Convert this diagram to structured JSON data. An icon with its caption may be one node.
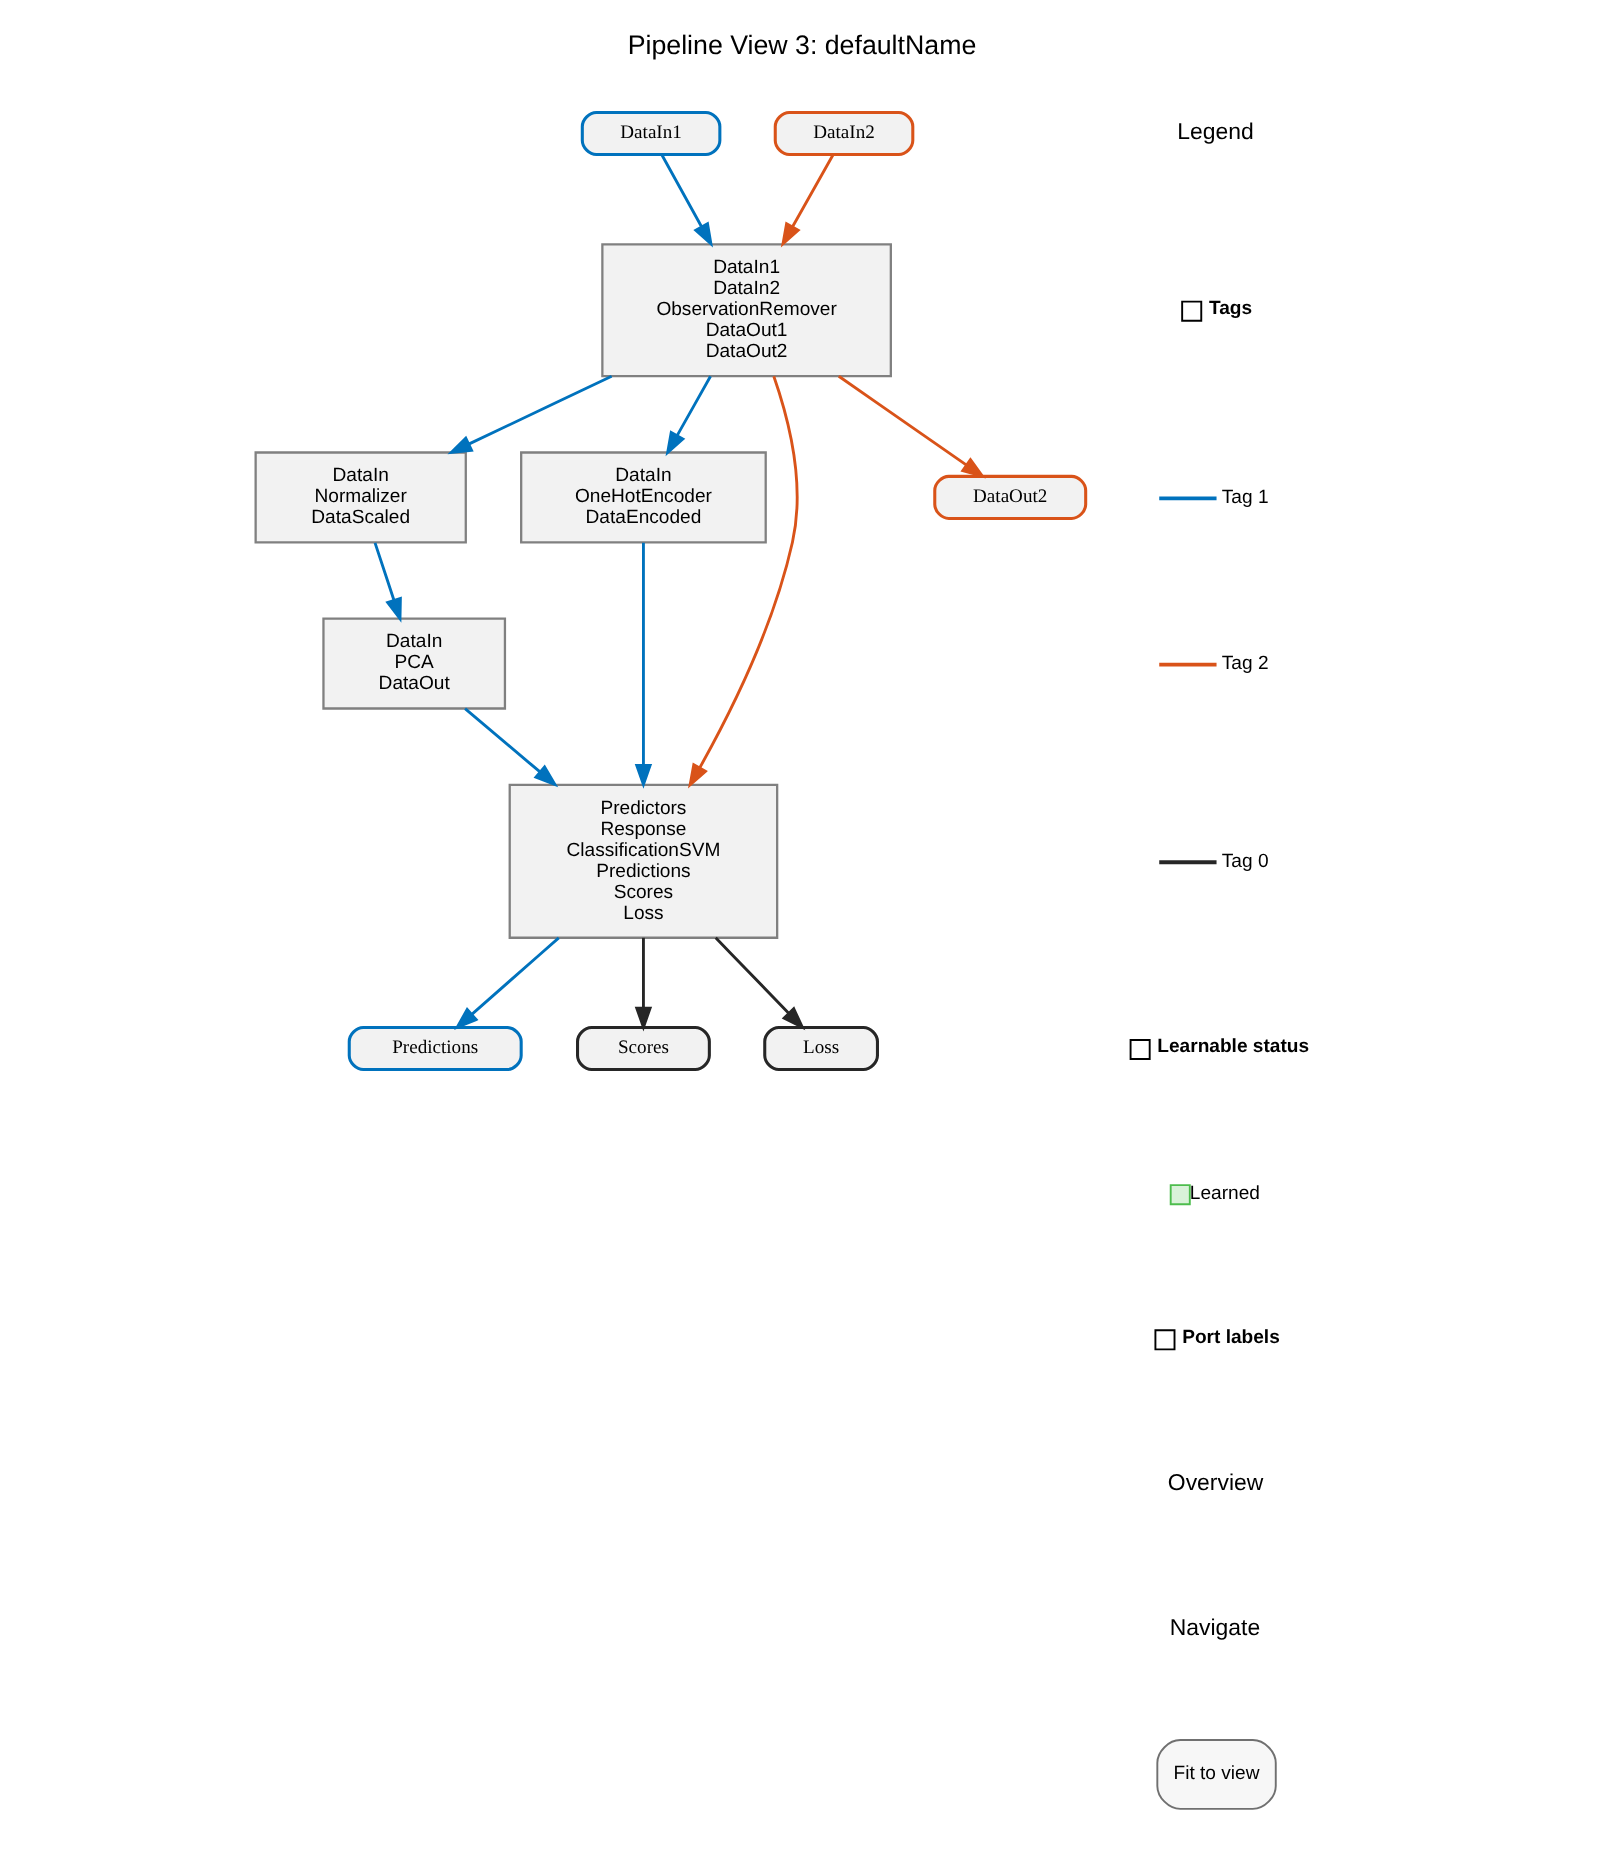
{
  "diagram": {
    "title": "Pipeline View 3: defaultName",
    "nodes": [
      {
        "text": [
          "DataIn1"
        ]
      },
      {
        "text": [
          "DataIn2"
        ]
      },
      {
        "text": [
          "DataIn1",
          "DataIn2",
          "ObservationRemover",
          "DataOut1",
          "DataOut2"
        ]
      },
      {
        "text": [
          "DataIn",
          "Normalizer",
          "DataScaled"
        ]
      },
      {
        "text": [
          "DataIn",
          "OneHotEncoder",
          "DataEncoded"
        ]
      },
      {
        "text": [
          "DataIn",
          "PCA",
          "DataOut"
        ]
      },
      {
        "text": [
          "Predictors",
          "Response",
          "ClassificationSVM",
          "Predictions",
          "Scores",
          "Loss"
        ]
      },
      {
        "text": [
          "Predictions"
        ]
      },
      {
        "text": [
          "Scores"
        ]
      },
      {
        "text": [
          "Loss"
        ]
      },
      {
        "text": [
          "DataOut2"
        ]
      }
    ],
    "edges": [
      {
        "from": 0,
        "to": 2,
        "arrow": "to"
      },
      {
        "from": 1,
        "to": 2,
        "arrow": "to",
        "color": "#d95319"
      },
      {
        "from": 2,
        "to": 3,
        "arrow": "to"
      },
      {
        "from": 2,
        "to": 4,
        "arrow": "to"
      },
      {
        "from": 2,
        "to": 6,
        "arrow": "to",
        "color": "#d95319"
      },
      {
        "from": 2,
        "to": 10,
        "arrow": "to",
        "color": "#d95319"
      },
      {
        "from": 3,
        "to": 5,
        "arrow": "to"
      },
      {
        "from": 5,
        "to": 6,
        "arrow": "to"
      },
      {
        "from": 4,
        "to": 6,
        "arrow": "to"
      },
      {
        "from": 6,
        "to": 7,
        "arrow": "to"
      },
      {
        "from": 6,
        "to": 8,
        "arrow": "to",
        "color": "#262626"
      },
      {
        "from": 6,
        "to": 9,
        "arrow": "to",
        "color": "#262626"
      }
    ],
    "labels": [
      "Legend",
      "Tags",
      "Learnable status",
      "Port labels",
      "Overview",
      "Navigate",
      "Fit to view"
    ],
    "legend": [
      {
        "text": "Tag 1"
      },
      {
        "text": "Tag 2"
      },
      {
        "text": "Tag 0"
      },
      {
        "text": "Learned"
      }
    ]
  }
}
